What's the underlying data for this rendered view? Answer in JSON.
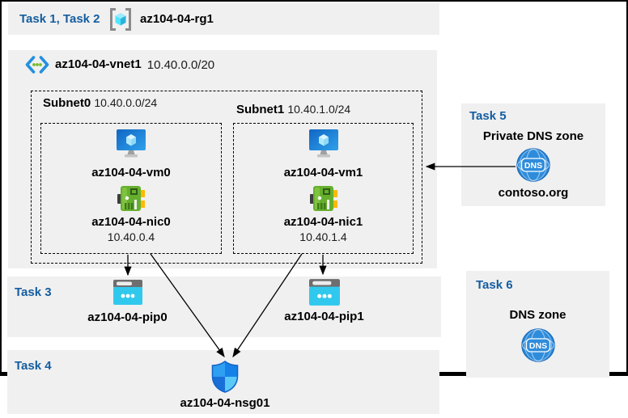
{
  "colors": {
    "task_label_blue": "#145DA0",
    "panel_gray": "#F0F0F0",
    "arrow_black": "#000000",
    "dns_icon_blue": "#2F8CDB",
    "public_ip_cyan": "#31C8EE",
    "nic_green": "#66AF2E",
    "vm_monitor_blue": "#1F7FD6",
    "nsg_shield_blue": "#2F9FF2",
    "rg_cube_cyan": "#50E6FF",
    "vnet_chevron_blue": "#2490E0",
    "vnet_dot_green": "#76BC2D"
  },
  "header": {
    "task_label": "Task 1, Task 2",
    "resource_group": "az104-04-rg1"
  },
  "vnet": {
    "name": "az104-04-vnet1",
    "cidr": "10.40.0.0/20"
  },
  "subnets": [
    {
      "name": "Subnet0",
      "cidr": "10.40.0.0/24",
      "vm": "az104-04-vm0",
      "nic": "az104-04-nic0",
      "ip": "10.40.0.4"
    },
    {
      "name": "Subnet1",
      "cidr": "10.40.1.0/24",
      "vm": "az104-04-vm1",
      "nic": "az104-04-nic1",
      "ip": "10.40.1.4"
    }
  ],
  "task3": {
    "label": "Task 3",
    "pip0": "az104-04-pip0",
    "pip1": "az104-04-pip1"
  },
  "task4": {
    "label": "Task 4",
    "nsg": "az104-04-nsg01"
  },
  "task5": {
    "label": "Task 5",
    "title": "Private DNS zone",
    "zone": "contoso.org",
    "dns_text": "DNS"
  },
  "task6": {
    "label": "Task 6",
    "title": "DNS zone",
    "dns_text": "DNS"
  }
}
